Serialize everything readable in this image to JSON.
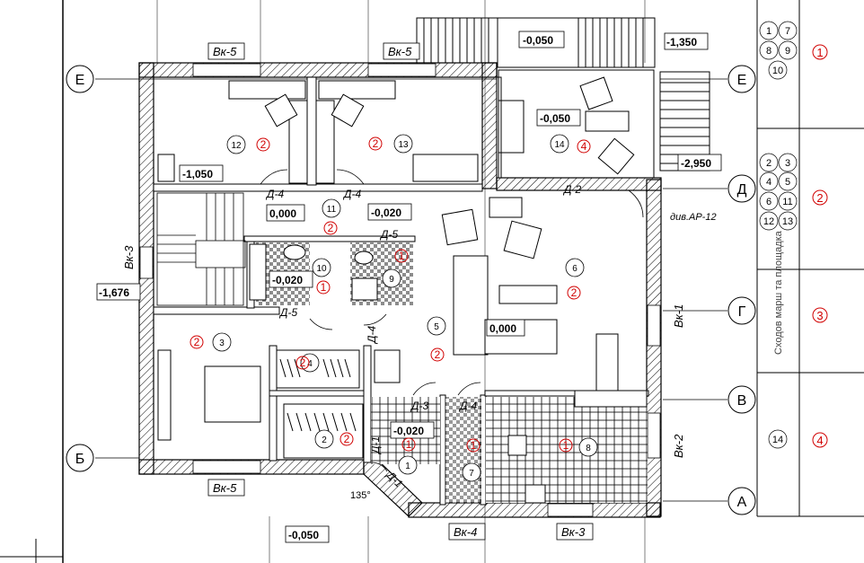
{
  "axes": {
    "E": "Е",
    "D": "Д",
    "G": "Г",
    "V": "В",
    "B": "Б",
    "A": "А"
  },
  "walls": {
    "top_left": "Вк-5",
    "top_right": "Вк-5",
    "left": "Вк-3",
    "bottom_left": "Вк-5",
    "right_top": "Вк-1",
    "right_bottom": "Вк-2",
    "bottom_mid": "Вк-4",
    "bottom_right": "Вк-3"
  },
  "doors": [
    "Д-4",
    "Д-4",
    "Д-5",
    "Д-5",
    "Д-4",
    "Д-3",
    "Д-4",
    "Д-1",
    "Д-1",
    "Д-2"
  ],
  "levels": {
    "stair_top": "-0,050",
    "terrace_top": "-1,350",
    "terrace": "-0,050",
    "stair_right": "-2,950",
    "room12": "-1,050",
    "hall11": "0,000",
    "bath": "-0,020",
    "stair": "-1,676",
    "bath10": "-0,020",
    "living": "0,000",
    "hall1": "-0,020",
    "porch": "-0,050"
  },
  "rooms": [
    "12",
    "13",
    "11",
    "10",
    "9",
    "6",
    "5",
    "3",
    "4",
    "2",
    "1",
    "7",
    "8",
    "14"
  ],
  "finish": [
    "2",
    "2",
    "2",
    "1",
    "1",
    "1",
    "2",
    "2",
    "2",
    "2",
    "2",
    "1",
    "1",
    "1",
    "4"
  ],
  "note": "див.АР-12",
  "angle": "135°",
  "legend": {
    "rows": [
      {
        "rooms": [
          "1",
          "7",
          "8",
          "9",
          "10"
        ],
        "code": "1"
      },
      {
        "rooms": [
          "2",
          "3",
          "4",
          "5",
          "6",
          "11",
          "12",
          "13"
        ],
        "code": "2"
      },
      {
        "text": "Сходов марш та площадка",
        "code": "3"
      },
      {
        "rooms": [
          "14"
        ],
        "code": "4"
      }
    ]
  },
  "colors": {
    "line": "#000000",
    "accent": "#d10000"
  }
}
